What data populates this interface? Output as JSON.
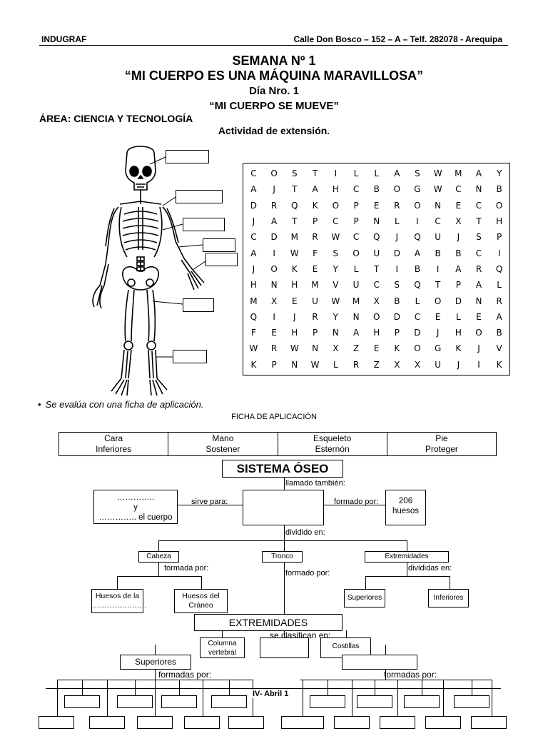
{
  "header": {
    "left": "INDUGRAF",
    "right": "Calle Don Bosco – 152 – A – Telf. 282078 - Arequipa"
  },
  "titles": {
    "week": "SEMANA Nº 1",
    "theme": "“MI CUERPO ES UNA MÁQUINA MARAVILLOSA”",
    "day": "Día Nro. 1",
    "subtheme": "“MI CUERPO SE MUEVE”",
    "area": "ÁREA: CIENCIA Y TECNOLOGÍA",
    "activity": "Actividad de extensión."
  },
  "wordsearch": [
    [
      "C",
      "O",
      "S",
      "T",
      "I",
      "L",
      "L",
      "A",
      "S",
      "W",
      "M",
      "A",
      "Y"
    ],
    [
      "A",
      "J",
      "T",
      "A",
      "H",
      "C",
      "B",
      "O",
      "G",
      "W",
      "C",
      "N",
      "B"
    ],
    [
      "D",
      "R",
      "Q",
      "K",
      "O",
      "P",
      "E",
      "R",
      "O",
      "N",
      "E",
      "C",
      "O"
    ],
    [
      "J",
      "A",
      "T",
      "P",
      "C",
      "P",
      "N",
      "L",
      "I",
      "C",
      "X",
      "T",
      "H"
    ],
    [
      "C",
      "D",
      "M",
      "R",
      "W",
      "C",
      "Q",
      "J",
      "Q",
      "U",
      "J",
      "S",
      "P"
    ],
    [
      "A",
      "I",
      "W",
      "F",
      "S",
      "O",
      "U",
      "D",
      "A",
      "B",
      "B",
      "C",
      "I"
    ],
    [
      "J",
      "O",
      "K",
      "E",
      "Y",
      "L",
      "T",
      "I",
      "B",
      "I",
      "A",
      "R",
      "Q"
    ],
    [
      "H",
      "N",
      "H",
      "M",
      "V",
      "U",
      "C",
      "S",
      "Q",
      "T",
      "P",
      "A",
      "L"
    ],
    [
      "M",
      "X",
      "E",
      "U",
      "W",
      "M",
      "X",
      "B",
      "L",
      "O",
      "D",
      "N",
      "R"
    ],
    [
      "Q",
      "I",
      "J",
      "R",
      "Y",
      "N",
      "O",
      "D",
      "C",
      "E",
      "L",
      "E",
      "A"
    ],
    [
      "F",
      "E",
      "H",
      "P",
      "N",
      "A",
      "H",
      "P",
      "D",
      "J",
      "H",
      "O",
      "B"
    ],
    [
      "W",
      "R",
      "W",
      "N",
      "X",
      "Z",
      "E",
      "K",
      "O",
      "G",
      "K",
      "J",
      "V"
    ],
    [
      "K",
      "P",
      "N",
      "W",
      "L",
      "R",
      "Z",
      "X",
      "X",
      "U",
      "J",
      "I",
      "K"
    ]
  ],
  "evaluation_note": "Se evalúa con una ficha de aplicación.",
  "ficha_title": "FICHA DE APLICACIÓN",
  "word_bank": [
    [
      "Cara",
      "Inferiores"
    ],
    [
      "Mano",
      "Sostener"
    ],
    [
      "Esqueleto",
      "Esternón"
    ],
    [
      "Pie",
      "Proteger"
    ]
  ],
  "map": {
    "title": "SISTEMA ÓSEO",
    "llamado": "llamado también:",
    "sirve_para": "sirve para:",
    "formado_por": "formado por:",
    "left_box_l1": "…………..",
    "left_box_l2": "y",
    "left_box_l3": "………….. el cuerpo",
    "huesos_206_l1": "206",
    "huesos_206_l2": "huesos",
    "dividido_en": "dividido en:",
    "cabeza": "Cabeza",
    "tronco": "Tronco",
    "extremidades_small": "Extremidades",
    "formada_por": "formada por:",
    "formado_por2": "formado por:",
    "divididas_en": "divididas en:",
    "huesos_de_la": "Huesos de la",
    "huesos_de_la_blank": "………………….",
    "huesos_craneo_l1": "Huesos del",
    "huesos_craneo_l2": "Cráneo",
    "superiores_small": "Superiores",
    "inferiores_small": "Inferiores",
    "extremidades_big": "EXTREMIDADES",
    "se_clasifican": "se clasifican en:",
    "columna_l1": "Columna",
    "columna_l2": "vertebral",
    "costillas": "Costillas",
    "superiores_big": "Superiores",
    "formadas_por_l": "formadas por:",
    "formadas_por_r": "formadas por:"
  },
  "footer": "IV- Abril 1"
}
